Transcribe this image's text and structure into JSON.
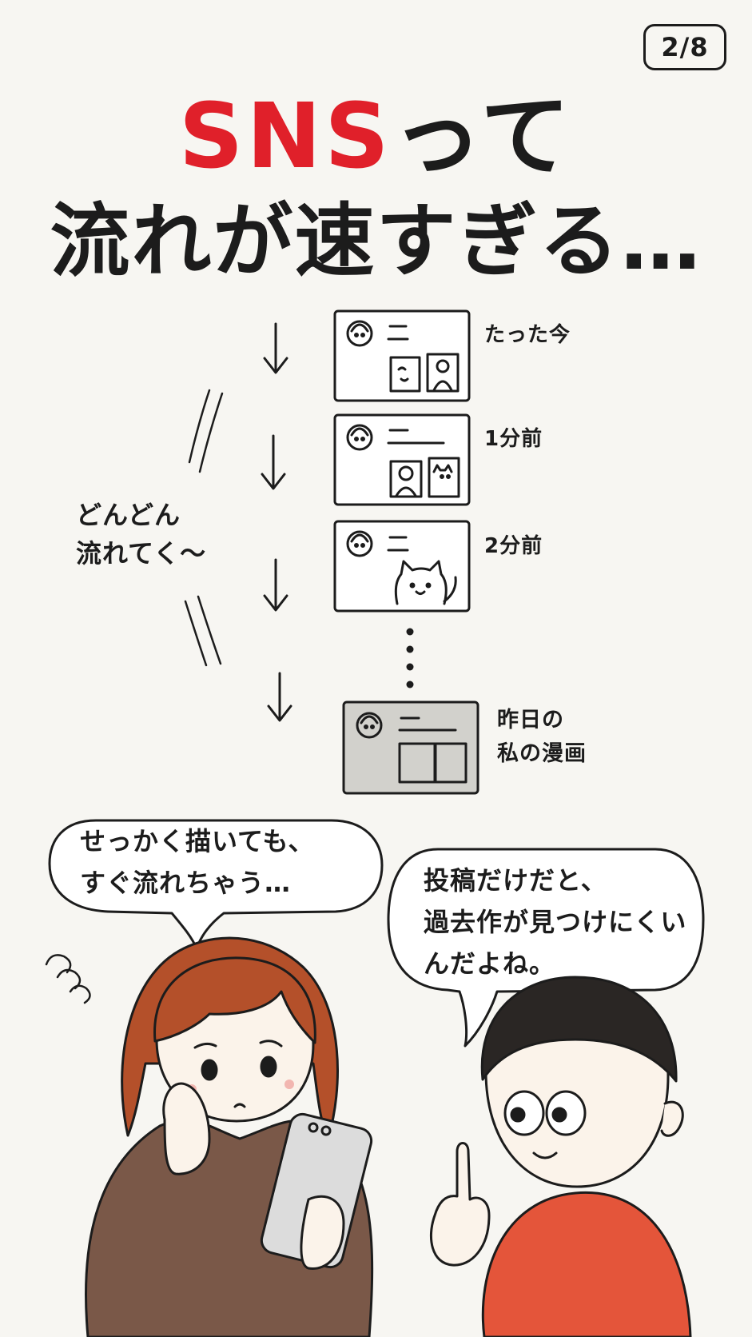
{
  "page_indicator": "2/8",
  "title": {
    "highlight": "SNS",
    "line1_rest": "って",
    "line2": "流れが速すぎる…"
  },
  "side_label": {
    "line1": "どんどん",
    "line2": "流れてく～"
  },
  "feed": {
    "items": [
      {
        "time": "たった今"
      },
      {
        "time": "1分前"
      },
      {
        "time": "2分前"
      },
      {
        "time_line1": "昨日の",
        "time_line2": "私の漫画"
      }
    ]
  },
  "bubble_left": {
    "line1": "せっかく描いても、",
    "line2": "すぐ流れちゃう…"
  },
  "bubble_right": {
    "line1": "投稿だけだと、",
    "line2": "過去作が見つけにくい",
    "line3": "んだよね。"
  },
  "colors": {
    "accent": "#e0202a",
    "ink": "#1c1c1c",
    "background": "#f7f6f2",
    "hair": "#b4502a",
    "hoodie": "#7a5848",
    "shirt": "#e4553a",
    "boy_hair": "#2a2624",
    "old_post": "#d2d1cc"
  }
}
